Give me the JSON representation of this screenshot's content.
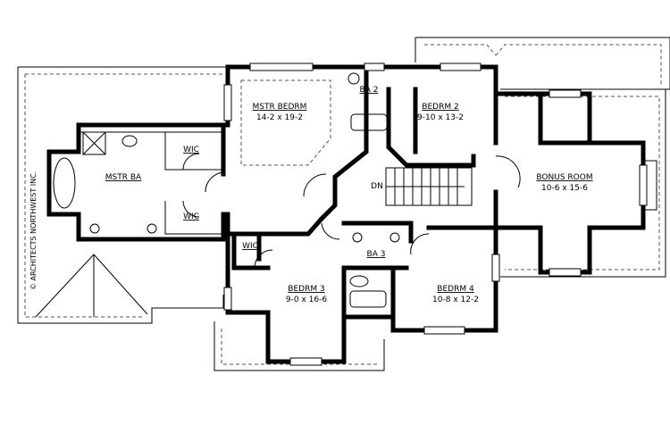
{
  "copyright": "© ARCHITECTS NORTHWEST INC.",
  "rooms": {
    "master_bedroom": {
      "name": "MSTR BEDRM",
      "size": "14-2 x 19-2"
    },
    "bath_2": {
      "name": "BA 2"
    },
    "bedroom_2": {
      "name": "BEDRM 2",
      "size": "9-10 x 13-2"
    },
    "master_bath": {
      "name": "MSTR BA"
    },
    "wic_1": {
      "name": "WIC"
    },
    "wic_2": {
      "name": "WIC"
    },
    "wic_3": {
      "name": "WIC"
    },
    "stairs": {
      "label": "DN"
    },
    "bonus_room": {
      "name": "BONUS ROOM",
      "size": "10-6 x 15-6"
    },
    "bath_3": {
      "name": "BA 3"
    },
    "bedroom_3": {
      "name": "BEDRM 3",
      "size": "9-0 x 16-6"
    },
    "bedroom_4": {
      "name": "BEDRM 4",
      "size": "10-8 x 12-2"
    }
  }
}
